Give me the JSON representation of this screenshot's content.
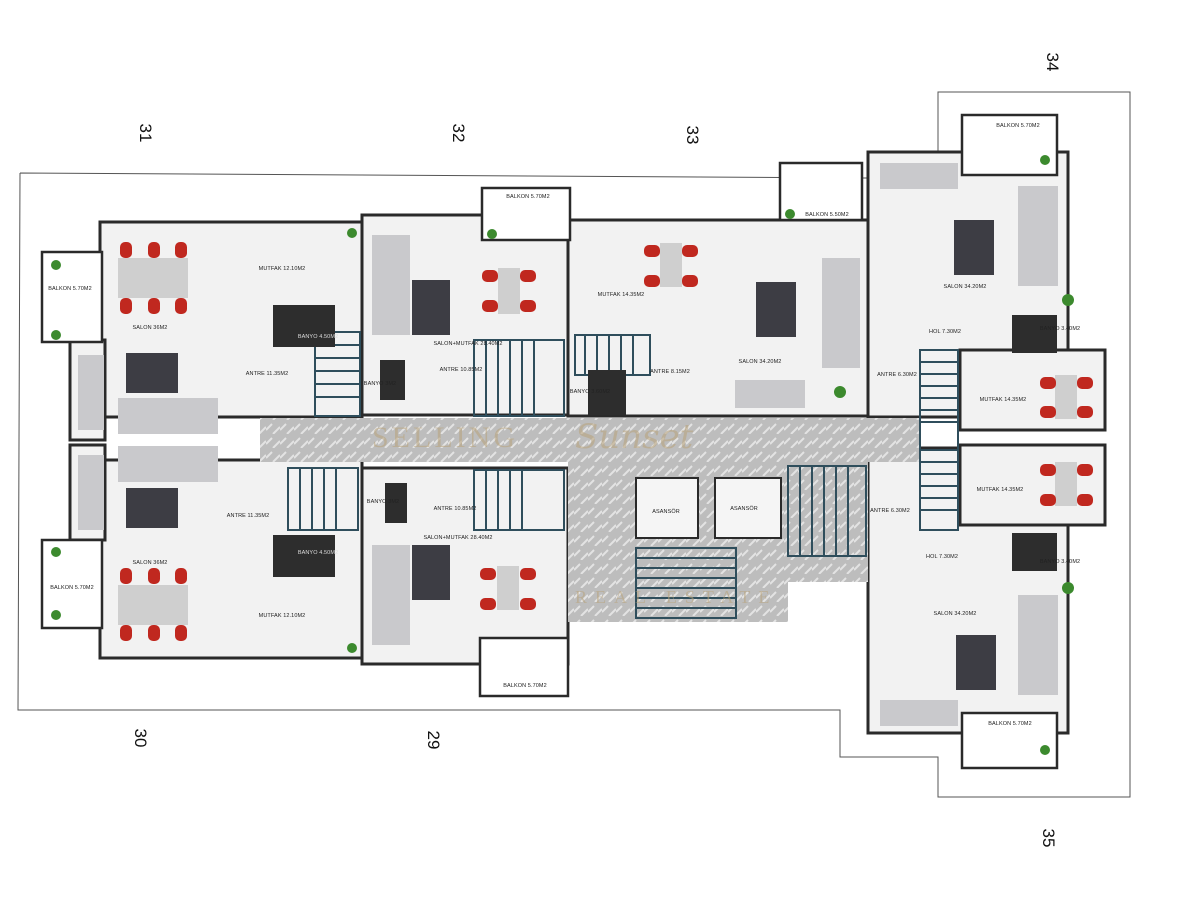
{
  "plan": {
    "unit_numbers": [
      "31",
      "32",
      "33",
      "34",
      "30",
      "29",
      "35"
    ],
    "watermark": {
      "line1": "SELLING",
      "line2": "Sunset",
      "line3": "REAL ESTATE"
    },
    "rooms": {
      "u31_balkon": "BALKON 5.70M2",
      "u31_salon": "SALON 36M2",
      "u31_mutfak": "MUTFAK 12.10M2",
      "u31_banyo": "BANYO 4.50M2",
      "u31_antre": "ANTRE 11.35M2",
      "u32_banyo": "BANYO 3M2",
      "u32_balkon": "BALKON 5.70M2",
      "u32_salon": "SALON+MUTFAK 28.40M2",
      "u32_antre": "ANTRE 10.85M2",
      "u33_mutfak": "MUTFAK 14.35M2",
      "u33_antre": "ANTRE 8.15M2",
      "u33_banyo": "BANYO 3.60M2",
      "u33_salon": "SALON 34.20M2",
      "u33_balkon": "BALKON 5.50M2",
      "u34_balkon": "BALKON 5.70M2",
      "u34_salon": "SALON 34.20M2",
      "u34_hol": "HOL 7.30M2",
      "u34_banyo": "BANYO 3.40M2",
      "u34_antre": "ANTRE 6.30M2",
      "u34_mutfak": "MUTFAK 14.35M2",
      "u30_antre": "ANTRE 11.35M2",
      "u30_salon": "SALON 36M2",
      "u30_balkon": "BALKON 5.70M2",
      "u30_banyo": "BANYO 4.50M2",
      "u30_mutfak": "MUTFAK 12.10M2",
      "u29_banyo": "BANYO 3M2",
      "u29_antre": "ANTRE 10.85M2",
      "u29_salon": "SALON+MUTFAK 28.40M2",
      "u29_balkon": "BALKON 5.70M2",
      "asansor1": "ASANSÖR",
      "asansor2": "ASANSÖR",
      "u35_antre": "ANTRE 6.30M2",
      "u35_mutfak": "MUTFAK 14.35M2",
      "u35_hol": "HOL 7.30M2",
      "u35_banyo": "BANYO 3.40M2",
      "u35_salon": "SALON 34.20M2",
      "u35_balkon": "BALKON 5.70M2"
    },
    "colors": {
      "wall": "#2a2a2a",
      "floor": "#f1f1f1",
      "corridor": "#b9b9b9",
      "stairs": "#2f4e5c",
      "chair": "#c0281f",
      "rug": "#3d3d44"
    }
  }
}
